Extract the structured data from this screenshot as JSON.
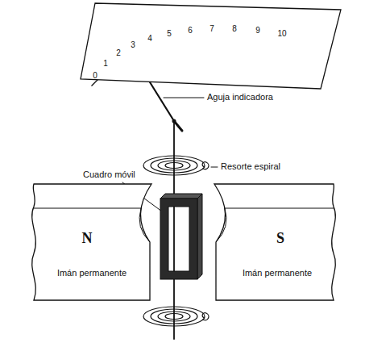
{
  "diagram": {
    "nodes": [
      {
        "text": [
          "0",
          "1",
          "2",
          "3",
          "4",
          "5",
          "6",
          "7",
          "8",
          "9",
          "10"
        ]
      },
      {
        "text": [
          "N",
          "Imán permanente"
        ]
      },
      {
        "text": [
          "S",
          "Imán permanente"
        ]
      }
    ],
    "labels": [
      "Aguja indicadora",
      "Resorte espiral",
      "Cuadro móvil"
    ]
  }
}
